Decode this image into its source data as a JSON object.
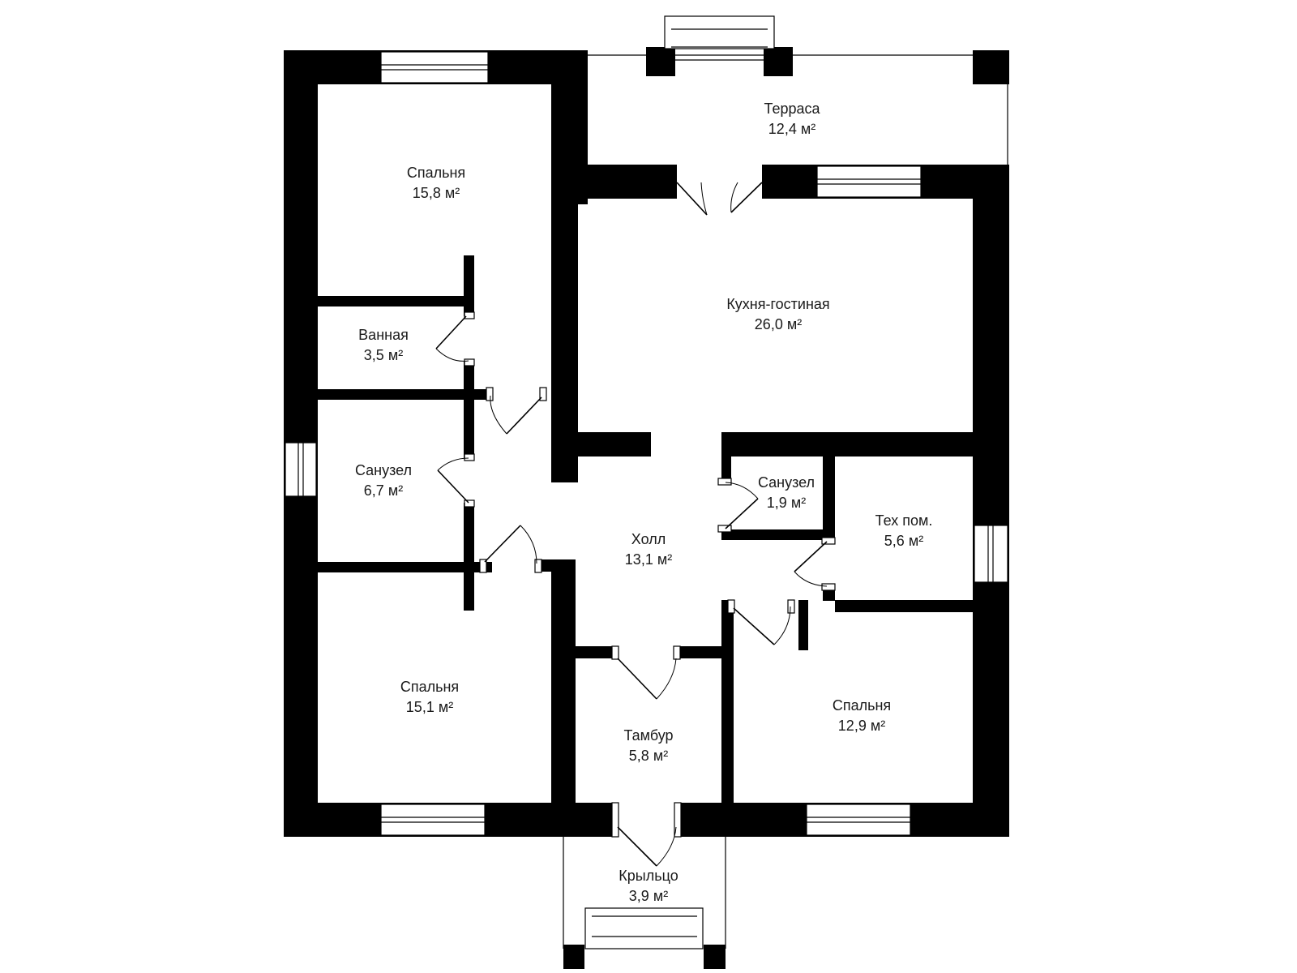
{
  "plan": {
    "colors": {
      "wall": "#000000",
      "background": "#ffffff",
      "text": "#1a1a1a"
    },
    "rooms": [
      {
        "id": "terrace",
        "name": "Терраса",
        "area": "12,4 м²"
      },
      {
        "id": "bedroom_nw",
        "name": "Спальня",
        "area": "15,8 м²"
      },
      {
        "id": "kitchen_living",
        "name": "Кухня-гостиная",
        "area": "26,0 м²"
      },
      {
        "id": "bathroom",
        "name": "Ванная",
        "area": "3,5 м²"
      },
      {
        "id": "wc_west",
        "name": "Санузел",
        "area": "6,7 м²"
      },
      {
        "id": "wc_small",
        "name": "Санузел",
        "area": "1,9 м²"
      },
      {
        "id": "tech_room",
        "name": "Тех пом.",
        "area": "5,6 м²"
      },
      {
        "id": "hall",
        "name": "Холл",
        "area": "13,1 м²"
      },
      {
        "id": "bedroom_sw",
        "name": "Спальня",
        "area": "15,1 м²"
      },
      {
        "id": "bedroom_se",
        "name": "Спальня",
        "area": "12,9 м²"
      },
      {
        "id": "vestibule",
        "name": "Тамбур",
        "area": "5,8 м²"
      },
      {
        "id": "porch",
        "name": "Крыльцо",
        "area": "3,9 м²"
      }
    ]
  }
}
